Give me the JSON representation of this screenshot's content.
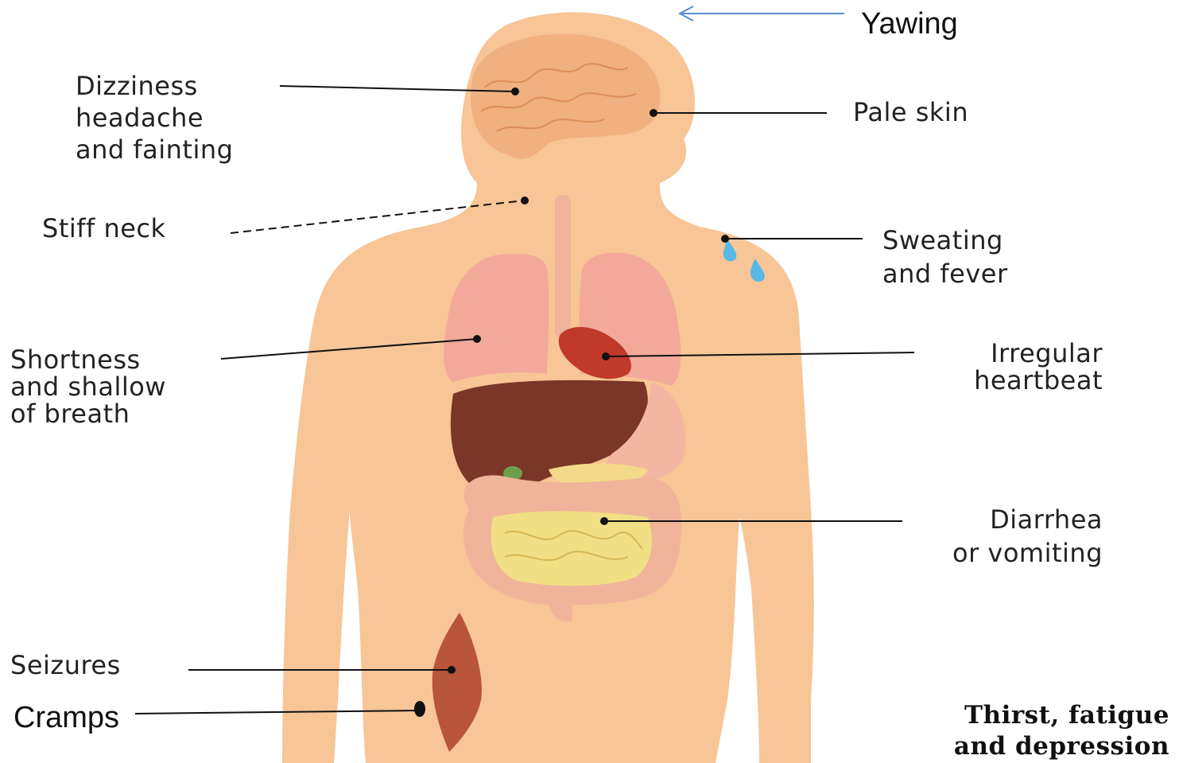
{
  "colors": {
    "skin": "#f8c597",
    "skin_shade": "#f3b888",
    "lung": "#f2a99a",
    "liver": "#7a3626",
    "heart": "#c0392b",
    "intestine": "#f0df84",
    "colon": "#f0b49a",
    "muscle": "#b9553a",
    "brain": "#f0b080",
    "leader": "#111111",
    "arrow": "#5b8bd0"
  },
  "labels": {
    "yawing": "Yawing",
    "dizziness": "Dizziness\nheadache\nand fainting",
    "pale_skin": "Pale skin",
    "stiff_neck": "Stiff neck",
    "sweating": "Sweating\nand fever",
    "shortness": "Shortness\nand shallow\nof breath",
    "irregular": "Irregular\nheartbeat",
    "diarrhea": "Diarrhea\nor vomiting",
    "seizures": "Seizures",
    "cramps": "Cramps",
    "thirst": "Thirst, fatigue\nand depression"
  }
}
